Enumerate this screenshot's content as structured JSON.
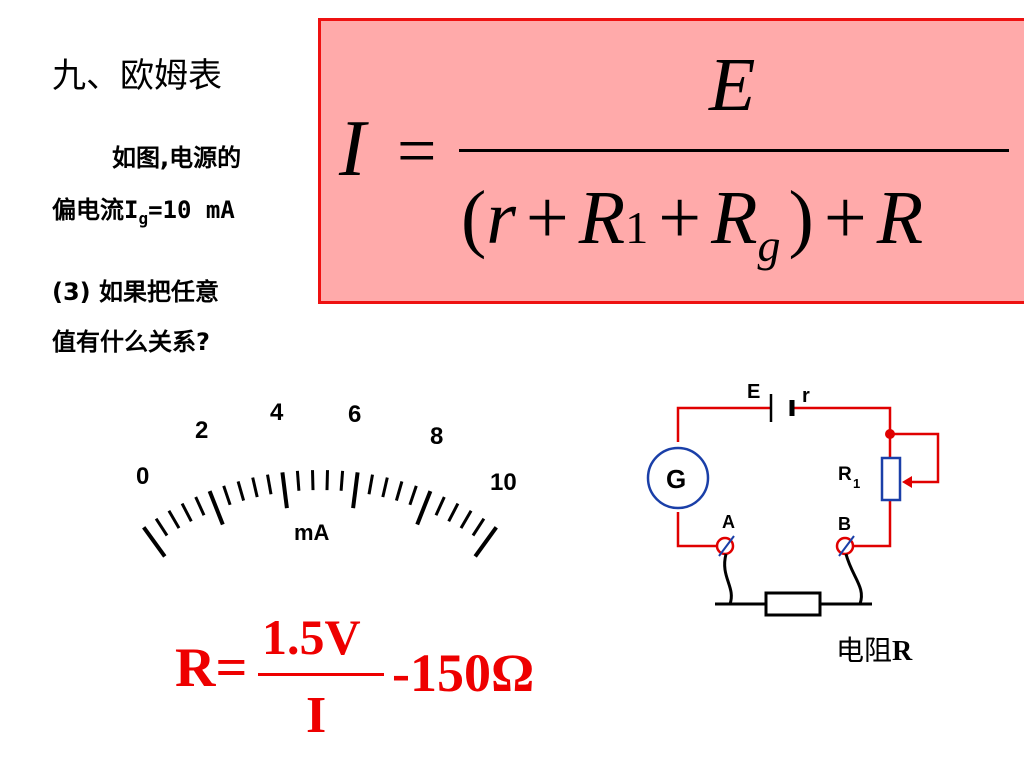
{
  "slide": {
    "title": "九、欧姆表",
    "line1_prefix": "如图,电源的",
    "line2_prefix": "偏电流",
    "line2_sub_label": "I",
    "line2_sub": "g",
    "line2_value": "=10 mA",
    "line3": "(3) 如果把任意",
    "line4": "值有什么关系?"
  },
  "formula_box": {
    "lhs": "I",
    "equals": "=",
    "numerator": "E",
    "den_open": "(",
    "den_r": "r",
    "den_plus1": "+",
    "den_R1": "R",
    "den_R1_sub": "1",
    "den_plus2": "+",
    "den_Rg": "R",
    "den_Rg_sub": "g",
    "den_close": ")",
    "den_plus3": "+",
    "den_R": "R",
    "background": "#ffaaaa",
    "border": "#ee1111"
  },
  "meter": {
    "scale_labels": [
      "0",
      "2",
      "4",
      "6",
      "8",
      "10"
    ],
    "unit": "mA",
    "minor_per_major": 5
  },
  "circuit": {
    "battery_label": "E",
    "internal_label": "r",
    "galvanometer_label": "G",
    "rheostat_label": "R",
    "rheostat_sub": "1",
    "terminal_a": "A",
    "terminal_b": "B",
    "resistor_caption_prefix": "电阻",
    "resistor_caption_symbol": "R",
    "wire_color": "#e00000"
  },
  "red_formula": {
    "lhs": "R=",
    "numerator": "1.5V",
    "denominator": "I",
    "tail": "-150Ω",
    "color": "#ee0000"
  }
}
